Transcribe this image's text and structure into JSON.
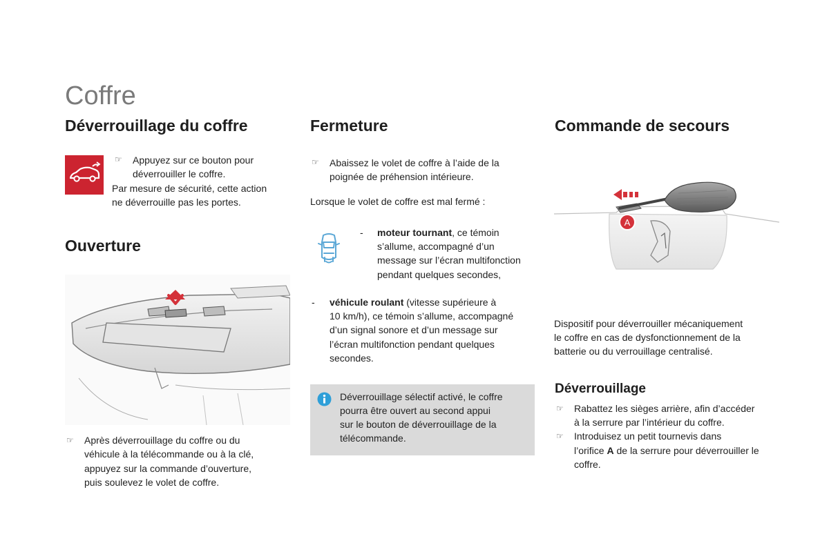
{
  "page": {
    "title": "Coffre"
  },
  "col1": {
    "heading_unlock": "Déverrouillage du coffre",
    "unlock_line1": "Appuyez sur ce bouton pour",
    "unlock_line2": "déverrouiller le coffre.",
    "unlock_line3": "Par mesure de sécurité, cette action",
    "unlock_line4": "ne déverrouille pas les portes.",
    "heading_opening": "Ouverture",
    "opening_line1": "Après déverrouillage du coffre ou du",
    "opening_line2": "véhicule à la télécommande ou à la clé,",
    "opening_line3": "appuyez sur la commande d’ouverture,",
    "opening_line4": "puis soulevez le volet de coffre."
  },
  "col2": {
    "heading": "Fermeture",
    "close_line1": "Abaissez le volet de coffre à l’aide de la",
    "close_line2": "poignée de préhension intérieure.",
    "badly_closed": "Lorsque le volet de coffre est mal fermé :",
    "engine_bold": "moteur tournant",
    "engine_line1_rest": ", ce témoin",
    "engine_line2": "s’allume, accompagné d’un",
    "engine_line3": "message sur l’écran multifonction",
    "engine_line4": "pendant quelques secondes,",
    "driving_bold": "véhicule roulant",
    "driving_line1_rest": " (vitesse supérieure à",
    "driving_line2": "10 km/h), ce témoin s’allume, accompagné",
    "driving_line3": "d’un signal sonore et d’un message sur",
    "driving_line4": "l’écran multifonction pendant quelques",
    "driving_line5": "secondes.",
    "info_line1": "Déverrouillage sélectif activé, le coffre",
    "info_line2": "pourra être ouvert au second appui",
    "info_line3": "sur le bouton de déverrouillage de la",
    "info_line4": "télécommande."
  },
  "col3": {
    "heading": "Commande de secours",
    "callout_letter": "A",
    "device_line1": "Dispositif pour déverrouiller mécaniquement",
    "device_line2": "le coffre en cas de dysfonctionnement de la",
    "device_line3": "batterie ou du verrouillage centralisé.",
    "sub_heading": "Déverrouillage",
    "step1_line1": "Rabattez les sièges arrière, afin d’accéder",
    "step1_line2": "à la serrure par l’intérieur du coffre.",
    "step2_line1": "Introduisez un petit tournevis dans",
    "step2_line2_pre": "l’orifice ",
    "step2_bold": "A",
    "step2_line2_post": " de la serrure pour déverrouiller le",
    "step2_line3": "coffre."
  },
  "glyphs": {
    "pointer_bullet": "☞",
    "dash": "-"
  },
  "colors": {
    "title_gray": "#7a7a7a",
    "button_red": "#cc2430",
    "info_box": "#dadada",
    "info_blue": "#2f9fd8",
    "arrow_red": "#d4323a"
  }
}
